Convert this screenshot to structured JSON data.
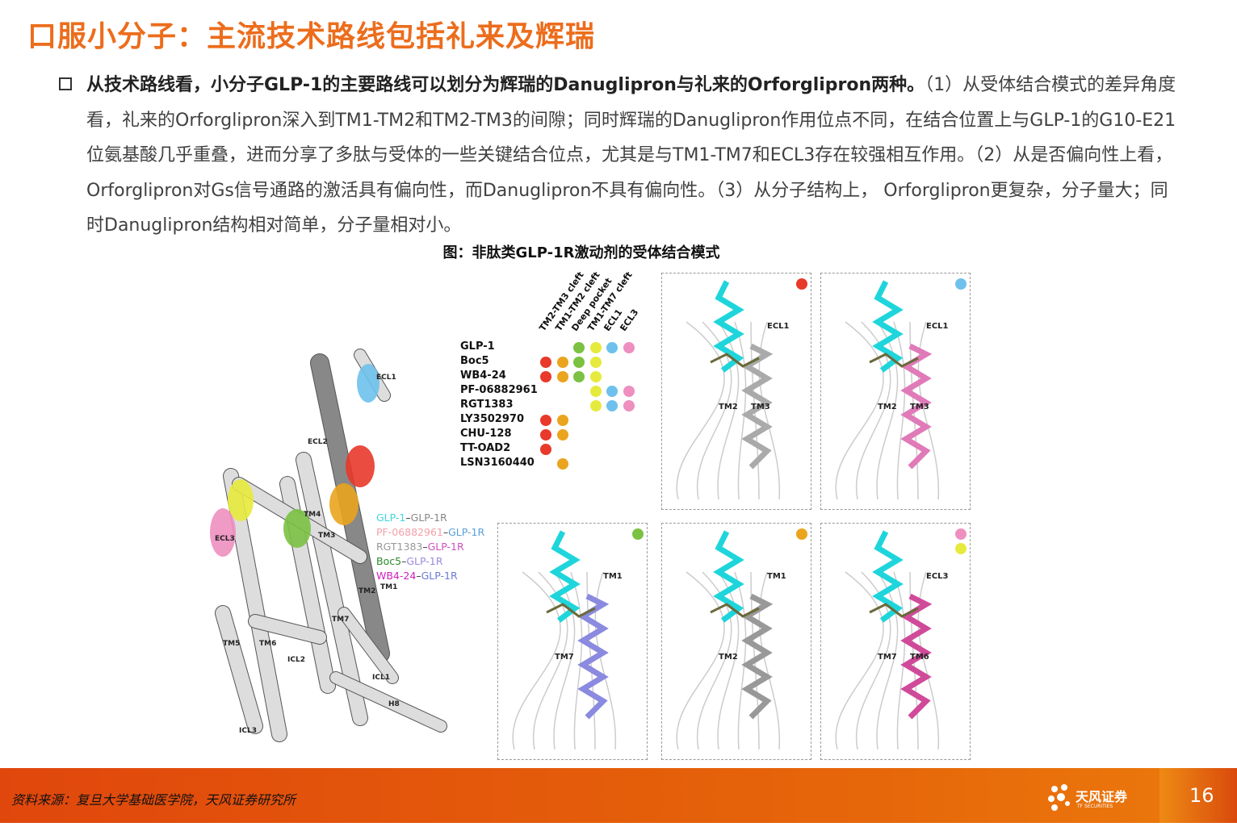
{
  "title": "口服小分子：主流技术路线包括礼来及辉瑞",
  "paragraph": {
    "lead": "从技术路线看，小分子GLP-1的主要路线可以划分为辉瑞的Danuglipron与礼来的Orforglipron两种。",
    "body": "（1）从受体结合模式的差异角度看，礼来的Orforglipron深入到TM1-TM2和TM2-TM3的间隙；同时辉瑞的Danuglipron作用位点不同，在结合位置上与GLP-1的G10-E21位氨基酸几乎重叠，进而分享了多肽与受体的一些关键结合位点，尤其是与TM1-TM7和ECL3存在较强相互作用。（2）从是否偏向性上看，Orforglipron对Gs信号通路的激活具有偏向性，而Danuglipron不具有偏向性。（3）从分子结构上， Orforglipron更复杂，分子量大；同时Danuglipron结构相对简单，分子量相对小。"
  },
  "figure": {
    "caption": "图：非肽类GLP-1R激动剂的受体结合模式",
    "receptor_labels": [
      "ECL1",
      "ECL2",
      "ECL3",
      "TM1",
      "TM2",
      "TM3",
      "TM4",
      "TM5",
      "TM6",
      "TM7",
      "ICL1",
      "ICL2",
      "ICL3",
      "H8"
    ],
    "site_colors": {
      "TM2-TM3 cleft": "#e8392b",
      "TM1-TM2 cleft": "#eaa41e",
      "Deep pocket": "#7bc142",
      "TM1-TM7 cleft": "#e6ea3c",
      "ECL1": "#6ec1ec",
      "ECL3": "#ee8fc0"
    },
    "matrix": {
      "columns": [
        "TM2-TM3 cleft",
        "TM1-TM2 cleft",
        "Deep pocket",
        "TM1-TM7 cleft",
        "ECL1",
        "ECL3"
      ],
      "rows": [
        {
          "name": "GLP-1",
          "sites": [
            0,
            0,
            1,
            1,
            1,
            1
          ]
        },
        {
          "name": "Boc5",
          "sites": [
            1,
            1,
            1,
            1,
            0,
            0
          ]
        },
        {
          "name": "WB4-24",
          "sites": [
            1,
            1,
            1,
            1,
            0,
            0
          ]
        },
        {
          "name": "PF-06882961",
          "sites": [
            0,
            0,
            0,
            1,
            1,
            1
          ]
        },
        {
          "name": "RGT1383",
          "sites": [
            0,
            0,
            0,
            1,
            1,
            1
          ]
        },
        {
          "name": "LY3502970",
          "sites": [
            1,
            1,
            0,
            0,
            0,
            0
          ]
        },
        {
          "name": "CHU-128",
          "sites": [
            1,
            1,
            0,
            0,
            0,
            0
          ]
        },
        {
          "name": "TT-OAD2",
          "sites": [
            1,
            0,
            0,
            0,
            0,
            0
          ]
        },
        {
          "name": "LSN3160440",
          "sites": [
            0,
            1,
            0,
            0,
            0,
            0
          ]
        }
      ]
    },
    "legend": [
      {
        "ligand": "GLP-1",
        "receptor": "GLP-1R",
        "ligand_color": "#3fd6e0",
        "receptor_color": "#888"
      },
      {
        "ligand": "PF-06882961",
        "receptor": "GLP-1R",
        "ligand_color": "#f2a0a8",
        "receptor_color": "#5aa0d8"
      },
      {
        "ligand": "RGT1383",
        "receptor": "GLP-1R",
        "ligand_color": "#999",
        "receptor_color": "#d050c0"
      },
      {
        "ligand": "Boc5",
        "receptor": "GLP-1R",
        "ligand_color": "#2a8a2a",
        "receptor_color": "#9a8ae0"
      },
      {
        "ligand": "WB4-24",
        "receptor": "GLP-1R",
        "ligand_color": "#d020c0",
        "receptor_color": "#6a7ad8"
      }
    ],
    "panels": [
      {
        "dots": [
          "#e8392b"
        ],
        "labels": [
          "ECL1",
          "TM2",
          "TM3"
        ],
        "helix": "#aaa"
      },
      {
        "dots": [
          "#6ec1ec"
        ],
        "labels": [
          "ECL1",
          "TM2",
          "TM3"
        ],
        "helix": "#e07ab8"
      },
      {
        "dots": [
          "#7bc142"
        ],
        "labels": [
          "TM1",
          "TM7"
        ],
        "helix": "#8a8ae0"
      },
      {
        "dots": [
          "#eaa41e"
        ],
        "labels": [
          "TM1",
          "TM2"
        ],
        "helix": "#999"
      },
      {
        "dots": [
          "#ee8fc0",
          "#e6ea3c"
        ],
        "labels": [
          "ECL3",
          "TM7",
          "TM6"
        ],
        "helix": "#d04a9a"
      }
    ]
  },
  "source": "资料来源：复旦大学基础医学院，天风证券研究所",
  "logo": {
    "name": "天风证券",
    "sub": "TF SECURITIES"
  },
  "page_number": "16"
}
